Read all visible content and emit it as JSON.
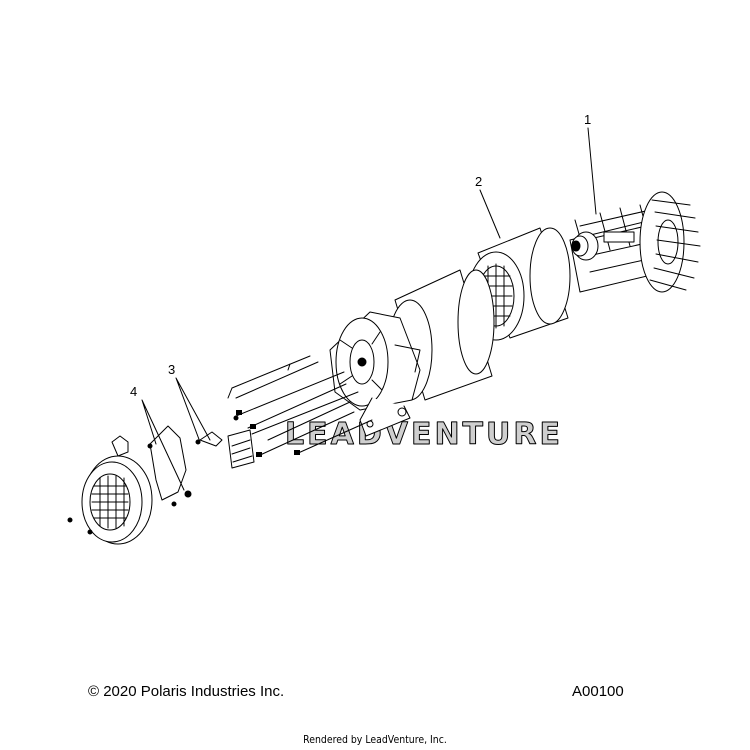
{
  "callouts": [
    {
      "label": "1"
    },
    {
      "label": "2"
    },
    {
      "label": "3"
    },
    {
      "label": "4"
    }
  ],
  "watermark": "LEADVENTURE",
  "footer": {
    "copyright": "© 2020 Polaris Industries Inc.",
    "figure_id": "A00100",
    "rendered_by": "Rendered by LeadVenture, Inc."
  }
}
